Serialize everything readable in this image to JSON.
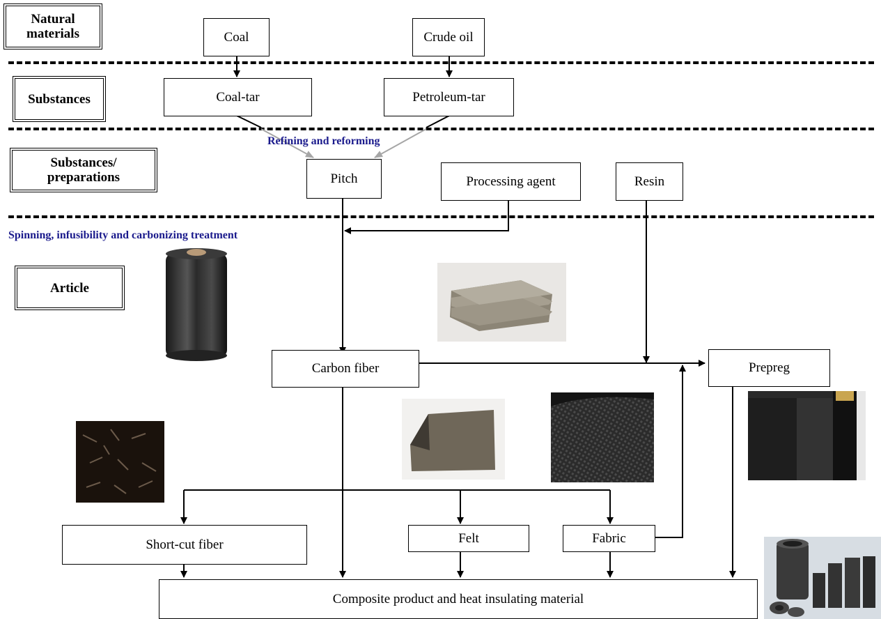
{
  "levels": {
    "natural": "Natural\nmaterials",
    "substances": "Substances",
    "preparations": "Substances/\npreparations",
    "article": "Article"
  },
  "nodes": {
    "coal": "Coal",
    "crude_oil": "Crude oil",
    "coal_tar": "Coal-tar",
    "petroleum_tar": "Petroleum-tar",
    "pitch": "Pitch",
    "processing_agent": "Processing agent",
    "resin": "Resin",
    "carbon_fiber": "Carbon fiber",
    "prepreg": "Prepreg",
    "short_cut_fiber": "Short-cut fiber",
    "felt": "Felt",
    "fabric": "Fabric",
    "composite": "Composite product and heat insulating material"
  },
  "annotations": {
    "refining": "Refining and reforming",
    "spinning": "Spinning, infusibility and carbonizing treatment"
  },
  "colors": {
    "annotation_text": "#1a1a8c",
    "gray_arrow": "#a6a6a6"
  }
}
